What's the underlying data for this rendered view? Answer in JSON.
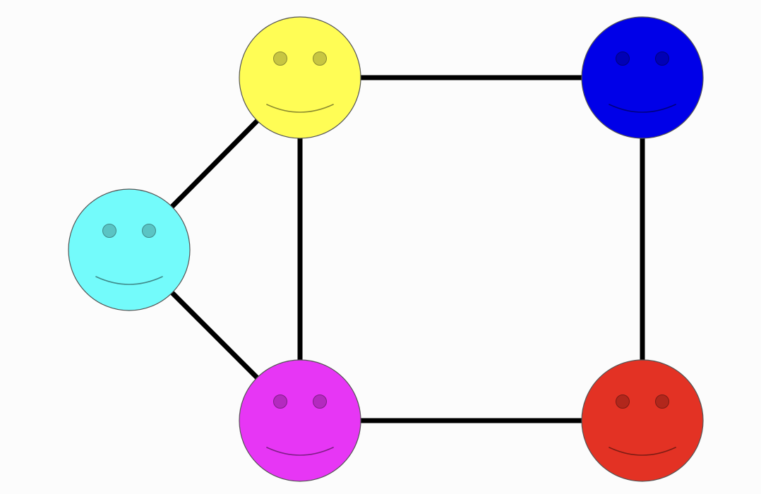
{
  "graph": {
    "nodes": [
      {
        "id": "yellow",
        "color": "#fffd55",
        "icon": "smiley-face-icon"
      },
      {
        "id": "blue",
        "color": "#0000e8",
        "icon": "smiley-face-icon"
      },
      {
        "id": "cyan",
        "color": "#73fbfb",
        "icon": "smiley-face-icon"
      },
      {
        "id": "magenta",
        "color": "#e736f5",
        "icon": "smiley-face-icon"
      },
      {
        "id": "red",
        "color": "#e33224",
        "icon": "smiley-face-icon"
      }
    ],
    "edges": [
      [
        "yellow",
        "blue"
      ],
      [
        "yellow",
        "cyan"
      ],
      [
        "yellow",
        "magenta"
      ],
      [
        "cyan",
        "magenta"
      ],
      [
        "magenta",
        "red"
      ],
      [
        "blue",
        "red"
      ]
    ],
    "edge_color": "#000000",
    "outline_color": "#555555"
  }
}
